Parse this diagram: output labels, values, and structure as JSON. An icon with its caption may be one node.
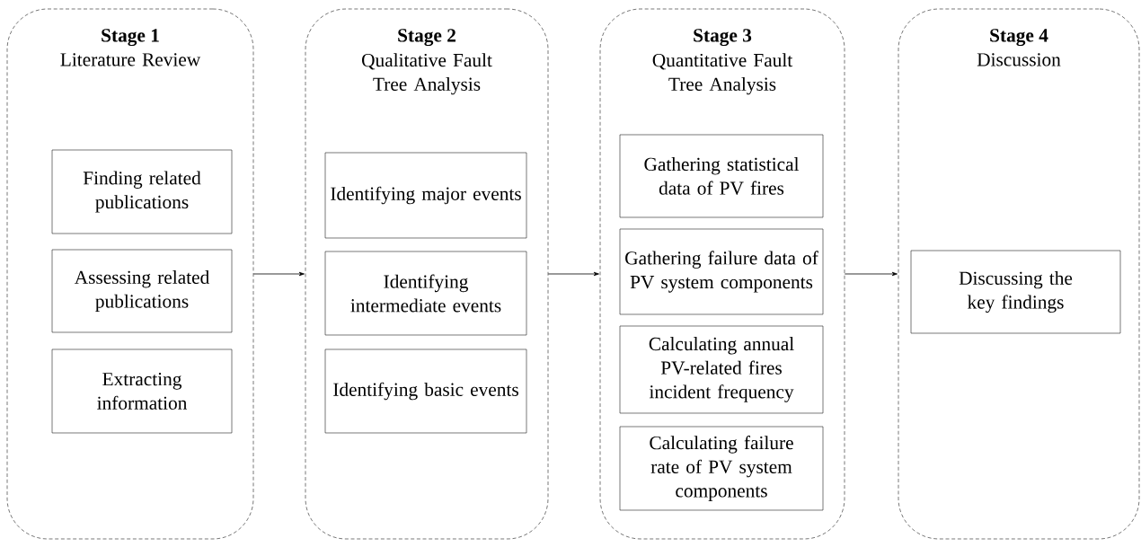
{
  "diagram": {
    "nodes": [
      {
        "text": [
          "Stage 1",
          "Literature Review"
        ]
      },
      {
        "text": [
          "Finding related publications"
        ],
        "in": 0
      },
      {
        "text": [
          "Assessing related publications"
        ],
        "in": 0
      },
      {
        "text": [
          "Extracting information"
        ],
        "in": 0
      },
      {
        "text": [
          "Stage 2",
          "Qualitative Fault Tree Analysis"
        ]
      },
      {
        "text": [
          "Identifying major events"
        ],
        "in": 4
      },
      {
        "text": [
          "Identifying intermediate events"
        ],
        "in": 4
      },
      {
        "text": [
          "Identifying basic events"
        ],
        "in": 4
      },
      {
        "text": [
          "Stage 3",
          "Quantitative Fault Tree Analysis"
        ]
      },
      {
        "text": [
          "Gathering statistical data of PV fires"
        ],
        "in": 8
      },
      {
        "text": [
          "Gathering failure data of PV system components"
        ],
        "in": 8
      },
      {
        "text": [
          "Calculating annual PV-related fires incident frequency"
        ],
        "in": 8
      },
      {
        "text": [
          "Calculating failure rate of PV system components"
        ],
        "in": 8
      },
      {
        "text": [
          "Stage 4",
          "Discussion"
        ]
      },
      {
        "text": [
          "Discussing the key findings"
        ],
        "in": 13
      }
    ],
    "edges": [
      {
        "from": 0,
        "to": 4,
        "arrow": "to"
      },
      {
        "from": 4,
        "to": 8,
        "arrow": "to"
      },
      {
        "from": 8,
        "to": 13,
        "arrow": "to"
      }
    ]
  }
}
